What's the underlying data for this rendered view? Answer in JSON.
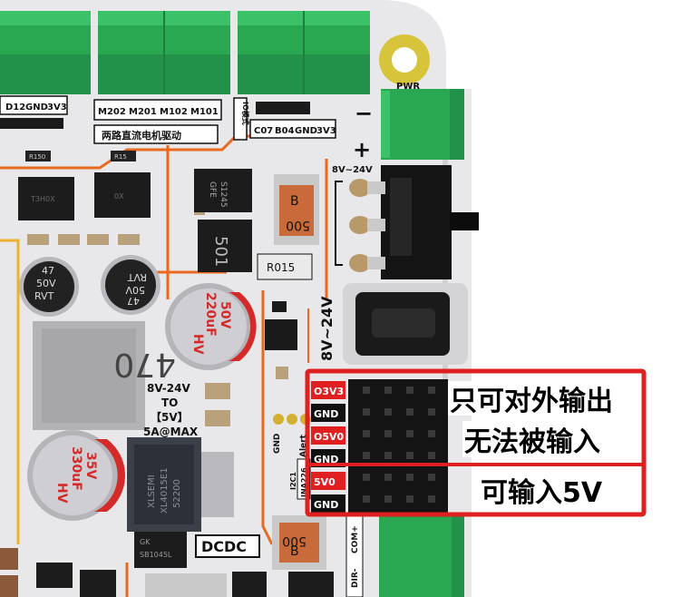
{
  "overlay": {
    "line1": "只可对外输出",
    "line2": "无法被输入",
    "line3": "可输入5V",
    "border_color": "#e02020"
  },
  "header_labels": {
    "left_pins": [
      "D12",
      "GND",
      "3V3"
    ],
    "motor_pins": [
      "M202",
      "M201",
      "M102",
      "M101"
    ],
    "motor_caption": "两路直流电机驱动",
    "right_pins": [
      "C07",
      "B04",
      "GND",
      "3V3"
    ],
    "mode_label": "IO模式",
    "pwr": "PWR"
  },
  "power": {
    "minus": "−",
    "plus": "+",
    "range_top": "8V~24V",
    "range_side": "8V~24V"
  },
  "chips": {
    "ic1": "T3H0X",
    "ic2": "0X",
    "r150": "R150",
    "r15": "R15",
    "gfe": "GFE",
    "s1245": "S1245",
    "inductor_small": "501",
    "fuse_top_b": "B",
    "fuse_top_val": "500",
    "r015": "R015",
    "inductor_big": "470",
    "reg1": "XLSEMI",
    "reg2": "XL4015E1",
    "reg3": "52200",
    "diode_top": "GK",
    "diode_bot": "SB1045L",
    "fuse_bot_b": "B",
    "fuse_bot_val": "500"
  },
  "caps": {
    "c1_line1": "47",
    "c1_line2": "50V",
    "c1_line3": "RVT",
    "c2_line1": "47",
    "c2_line2": "50V",
    "c2_line3": "RVT",
    "hv1_volt": "50V",
    "hv1_val": "220uF",
    "hv1_hv": "HV",
    "hv2_volt": "35V",
    "hv2_val": "330uF",
    "hv2_hv": "HV"
  },
  "dcdc_labels": {
    "line1": "8V-24V",
    "line2": "TO",
    "line3": "【5V】",
    "line4": "5A@MAX",
    "dcdc": "DCDC"
  },
  "side_labels": {
    "gnd": "GND",
    "alert": "Alert",
    "i2c1": "I2C1",
    "ina226": "INA226",
    "com": "COM+",
    "dir": "DIR-"
  },
  "header_rows": [
    {
      "label": "O3V3",
      "color": "#e02020"
    },
    {
      "label": "GND",
      "color": "#111111"
    },
    {
      "label": "O5V0",
      "color": "#e02020"
    },
    {
      "label": "GND",
      "color": "#111111"
    },
    {
      "label": "5V0",
      "color": "#e02020"
    },
    {
      "label": "GND",
      "color": "#111111"
    }
  ]
}
